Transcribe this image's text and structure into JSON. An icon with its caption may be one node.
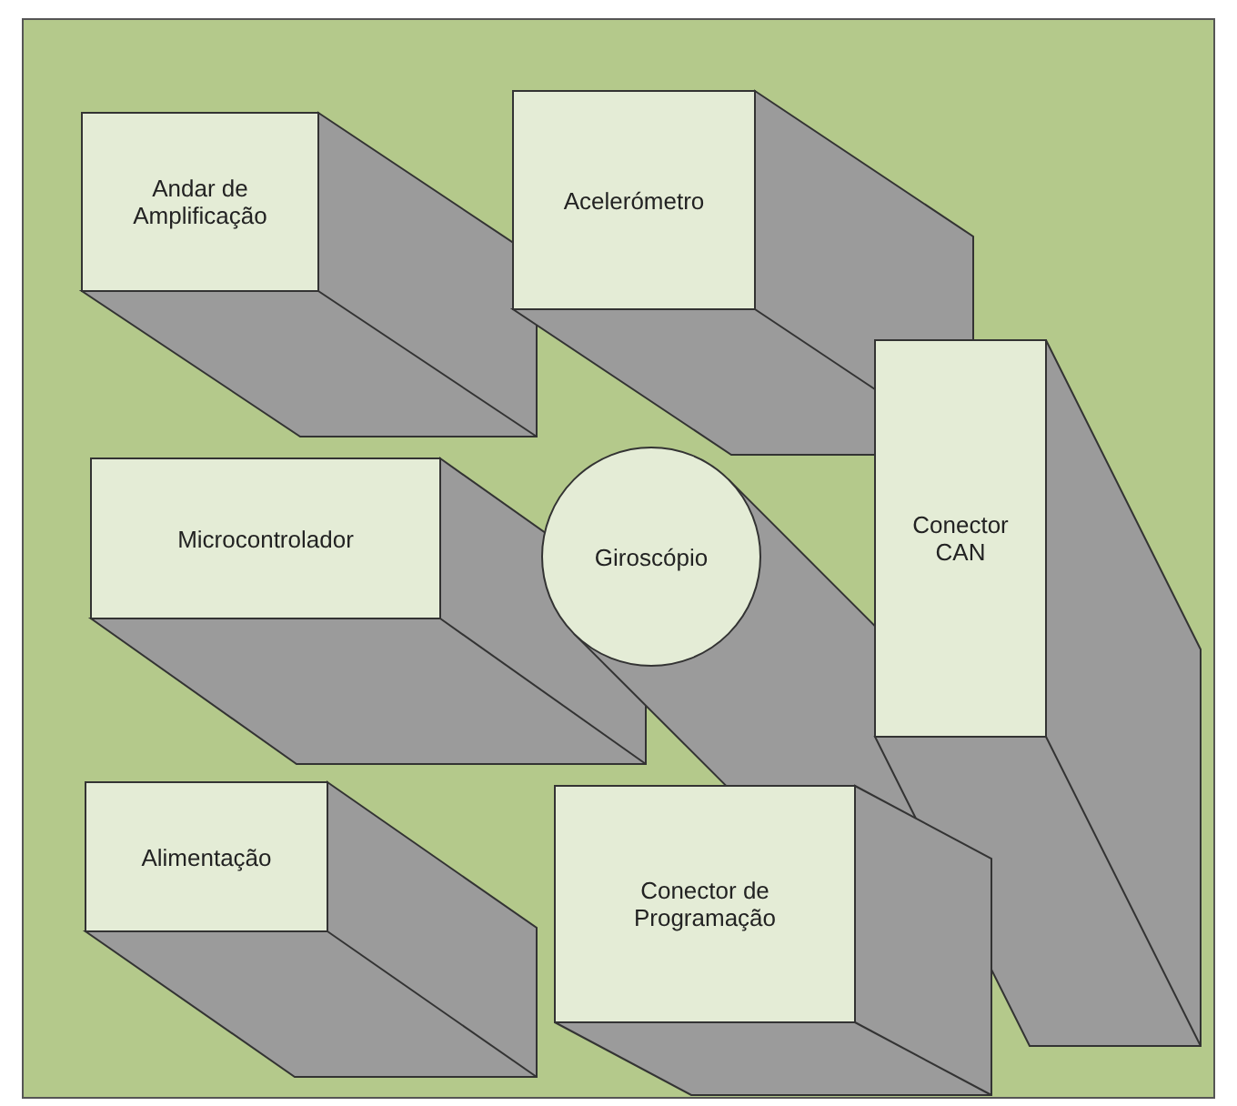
{
  "diagram": {
    "nodes": [
      {
        "text": [
          "Andar de Amplificação"
        ]
      },
      {
        "text": [
          "Acelerómetro"
        ]
      },
      {
        "text": [
          "Microcontrolador"
        ]
      },
      {
        "text": [
          "Giroscópio"
        ]
      },
      {
        "text": [
          "Conector CAN"
        ]
      },
      {
        "text": [
          "Alimentação"
        ]
      },
      {
        "text": [
          "Conector de Programação"
        ]
      }
    ]
  }
}
